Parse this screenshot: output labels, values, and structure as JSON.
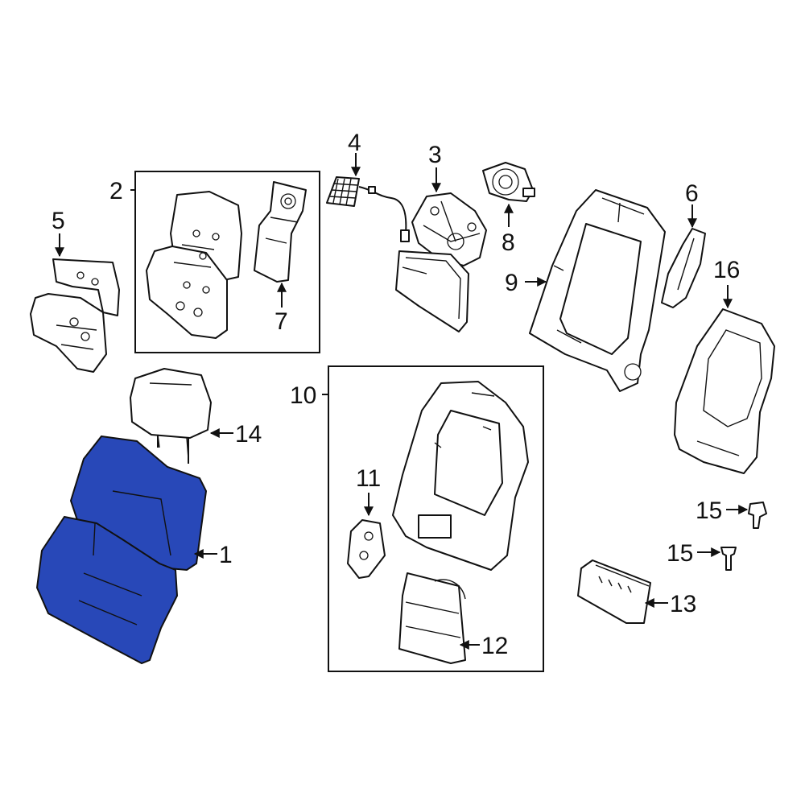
{
  "diagram": {
    "highlight_color": "#2848b8",
    "callouts": {
      "c1": "1",
      "c2": "2",
      "c3": "3",
      "c4": "4",
      "c5": "5",
      "c6": "6",
      "c7": "7",
      "c8": "8",
      "c9": "9",
      "c10": "10",
      "c11": "11",
      "c12": "12",
      "c13": "13",
      "c14": "14",
      "c15a": "15",
      "c15b": "15",
      "c16": "16"
    }
  }
}
